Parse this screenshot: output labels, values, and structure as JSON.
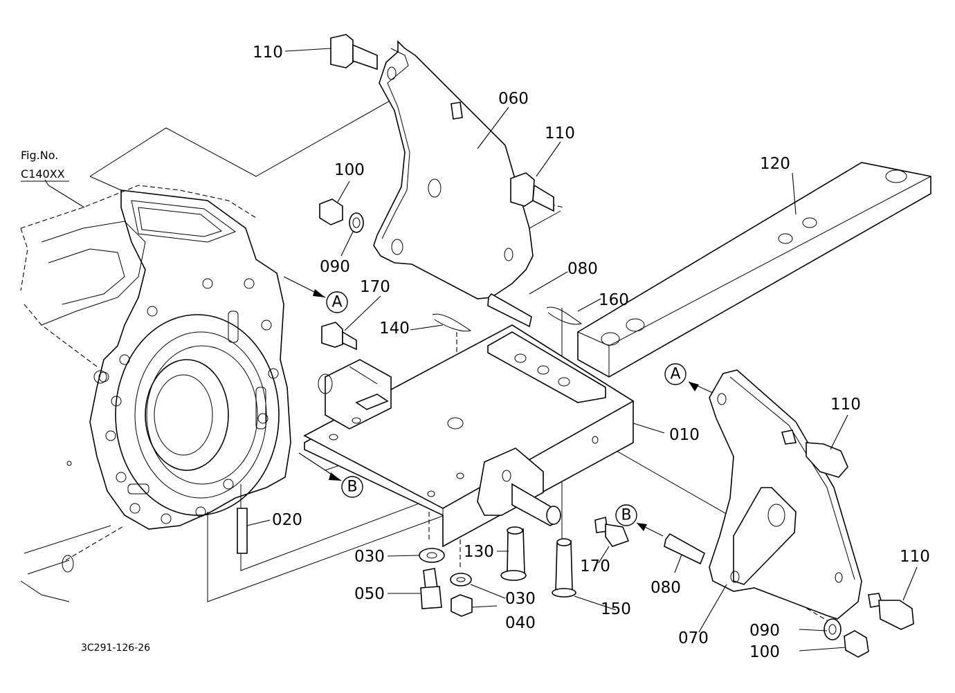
{
  "figure_ref": {
    "line1": "Fig.No.",
    "line2": "C140XX"
  },
  "drawing_number": "3C291-126-26",
  "callouts": [
    {
      "id": "A",
      "label": "A"
    },
    {
      "id": "B",
      "label": "B"
    }
  ],
  "parts": [
    {
      "number": "010"
    },
    {
      "number": "020"
    },
    {
      "number": "030"
    },
    {
      "number": "040"
    },
    {
      "number": "050"
    },
    {
      "number": "060"
    },
    {
      "number": "070"
    },
    {
      "number": "080"
    },
    {
      "number": "090"
    },
    {
      "number": "100"
    },
    {
      "number": "110"
    },
    {
      "number": "120"
    },
    {
      "number": "130"
    },
    {
      "number": "140"
    },
    {
      "number": "150"
    },
    {
      "number": "160"
    },
    {
      "number": "170"
    }
  ]
}
